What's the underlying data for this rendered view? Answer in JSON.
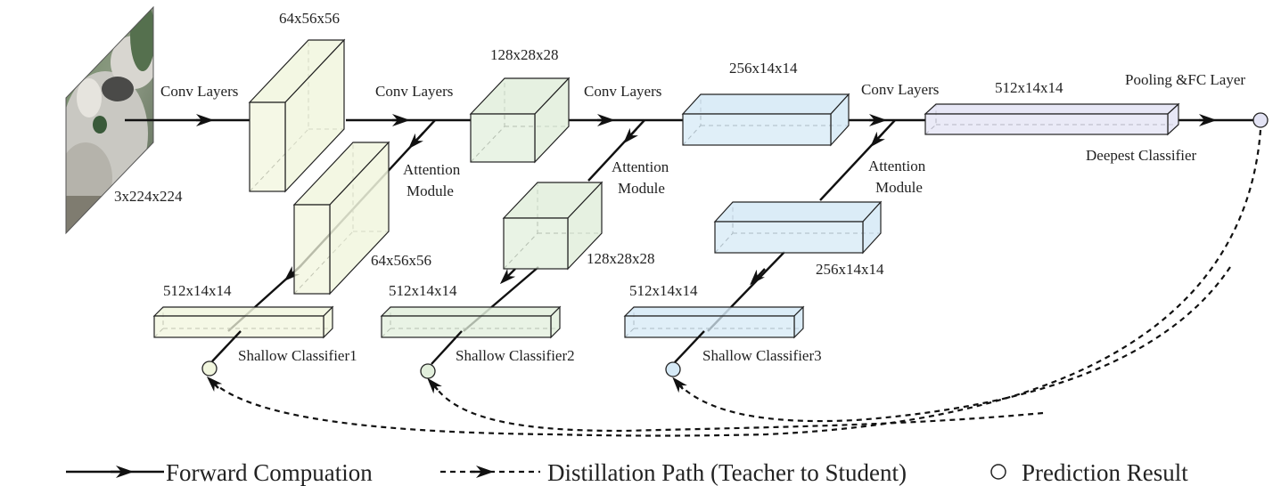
{
  "colors": {
    "stage1": "#f1f6de",
    "stage2": "#e2efdc",
    "stage3": "#d5e9f6",
    "stage4": "#e3e3f4",
    "line": "#111111"
  },
  "input": {
    "size_label": "3x224x224",
    "image": "koala-photo"
  },
  "backbone": {
    "conv1_label": "Conv Layers",
    "conv2_label": "Conv Layers",
    "conv3_label": "Conv Layers",
    "conv4_label": "Conv Layers",
    "block1_label": "64x56x56",
    "block2_label": "128x28x28",
    "block3_label": "256x14x14",
    "block4_label": "512x14x14",
    "head_label": "Pooling &FC Layer",
    "deepest_label": "Deepest Classifier"
  },
  "branches": [
    {
      "attention_line1": "Attention",
      "attention_line2": "Module",
      "feature_label": "64x56x56",
      "pooled_label": "512x14x14",
      "classifier_label": "Shallow Classifier1"
    },
    {
      "attention_line1": "Attention",
      "attention_line2": "Module",
      "feature_label": "128x28x28",
      "pooled_label": "512x14x14",
      "classifier_label": "Shallow Classifier2"
    },
    {
      "attention_line1": "Attention",
      "attention_line2": "Module",
      "feature_label": "256x14x14",
      "pooled_label": "512x14x14",
      "classifier_label": "Shallow Classifier3"
    }
  ],
  "legend": {
    "forward": "Forward Compuation",
    "distill": "Distillation Path (Teacher to Student)",
    "prediction": "Prediction Result"
  }
}
